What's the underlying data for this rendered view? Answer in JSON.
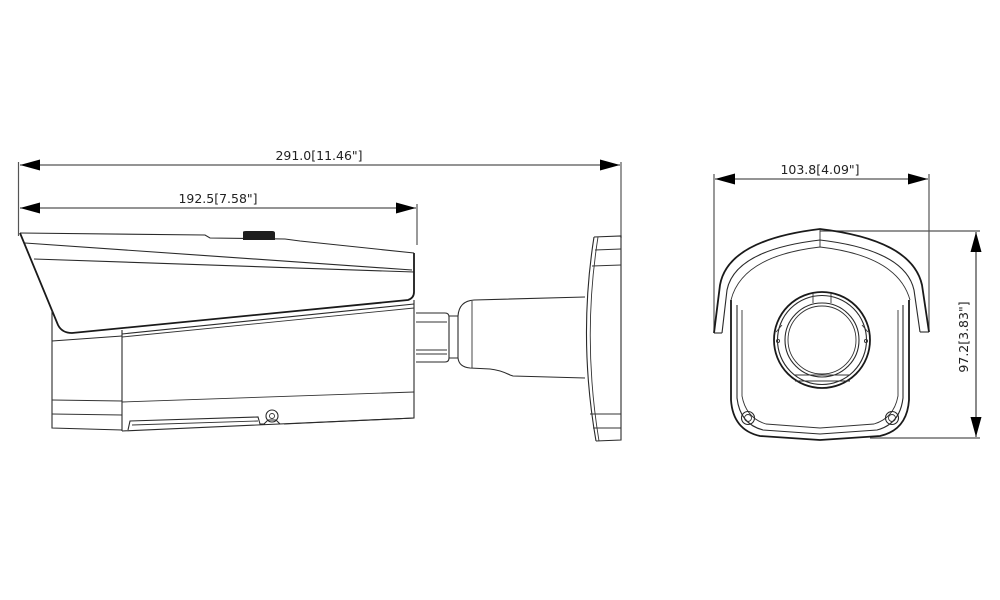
{
  "drawing": {
    "type": "dimension-drawing",
    "subject": "bullet-camera",
    "units": "mm[in]",
    "line_color": "#2a2a2a",
    "background": "#ffffff"
  },
  "side_view": {
    "overall_length": {
      "value_mm": "291.0",
      "value_in": "11.46\"",
      "label": "291.0[11.46\"]"
    },
    "body_length": {
      "value_mm": "192.5",
      "value_in": "7.58\"",
      "label": "192.5[7.58\"]"
    }
  },
  "front_view": {
    "width": {
      "value_mm": "103.8",
      "value_in": "4.09\"",
      "label": "103.8[4.09\"]"
    },
    "height": {
      "value_mm": "97.2",
      "value_in": "3.83\"",
      "label": "97.2[3.83\"]"
    }
  }
}
